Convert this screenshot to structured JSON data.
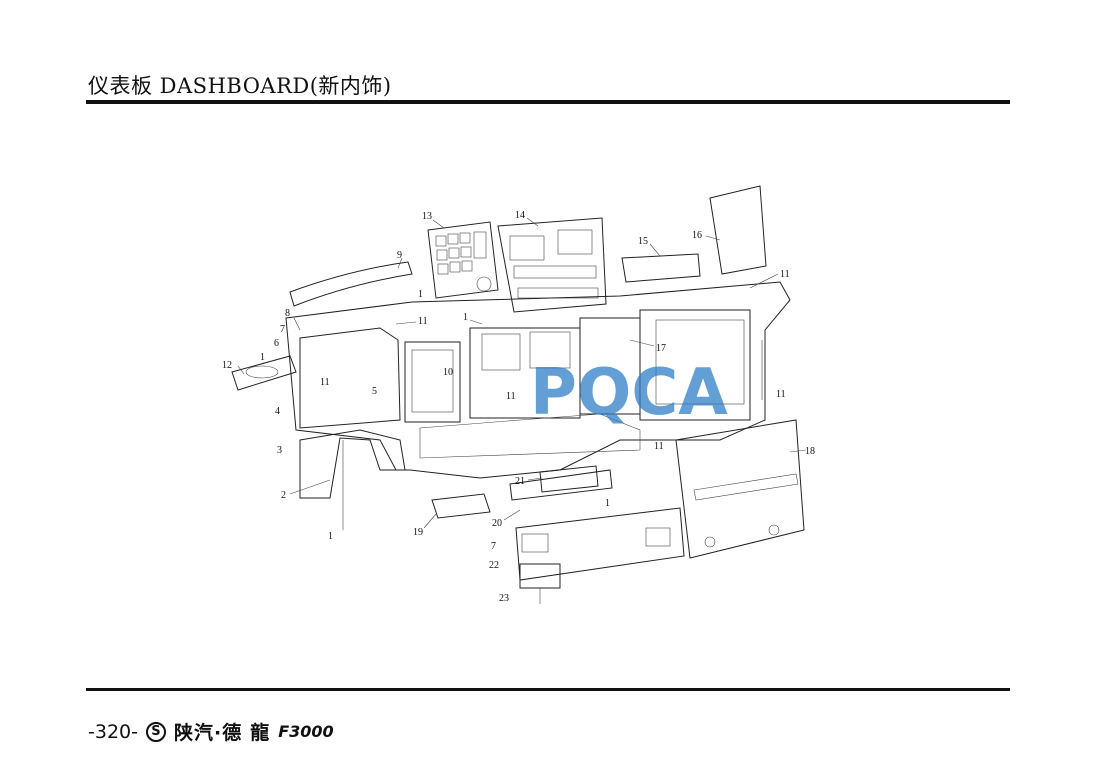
{
  "header": {
    "title": "仪表板 DASHBOARD(新内饰)"
  },
  "diagram": {
    "watermark": "PQCA",
    "callouts": [
      "13",
      "14",
      "15",
      "16",
      "9",
      "1",
      "11",
      "8",
      "11",
      "1",
      "7",
      "6",
      "1",
      "12",
      "11",
      "17",
      "10",
      "5",
      "4",
      "11",
      "11",
      "3",
      "11",
      "18",
      "2",
      "21",
      "1",
      "19",
      "20",
      "1",
      "7",
      "22",
      "23"
    ]
  },
  "footer": {
    "page": "-320-",
    "logo_glyph": "S",
    "brand": "陕汽·德",
    "brand_script": "龍",
    "model": "F3000"
  }
}
